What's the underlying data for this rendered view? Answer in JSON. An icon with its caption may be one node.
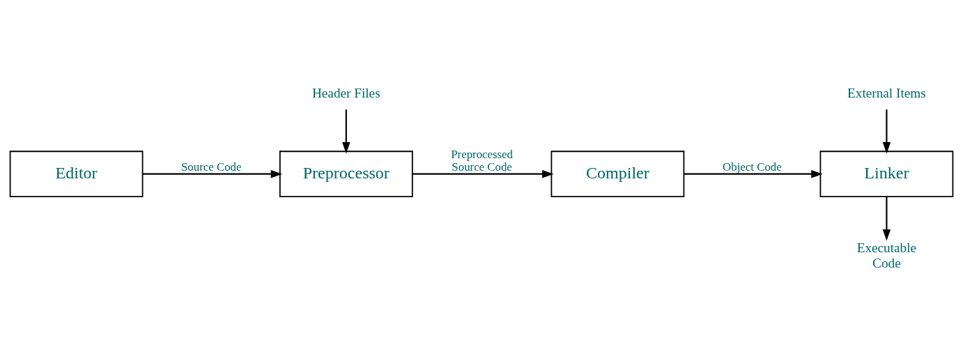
{
  "diagram": {
    "nodes": [
      {
        "text": [
          "Editor"
        ]
      },
      {
        "text": [
          "Preprocessor"
        ]
      },
      {
        "text": [
          "Compiler"
        ]
      },
      {
        "text": [
          "Linker"
        ]
      },
      {
        "text": [
          "External Items"
        ]
      },
      {
        "text": [
          "Header Files"
        ]
      },
      {
        "text": [
          "Executable Code"
        ]
      }
    ],
    "edges": [
      {
        "from": 0,
        "to": 1,
        "arrow": "to",
        "label": "Source Code"
      },
      {
        "from": 1,
        "to": 2,
        "arrow": "to",
        "label": "Preprocessed Source Code"
      },
      {
        "from": 2,
        "to": 3,
        "arrow": "to",
        "label": "Object Code"
      },
      {
        "from": 4,
        "to": 3,
        "arrow": "to"
      },
      {
        "from": 5,
        "to": 1,
        "arrow": "to"
      },
      {
        "from": 3,
        "to": 6,
        "arrow": "to"
      }
    ]
  }
}
